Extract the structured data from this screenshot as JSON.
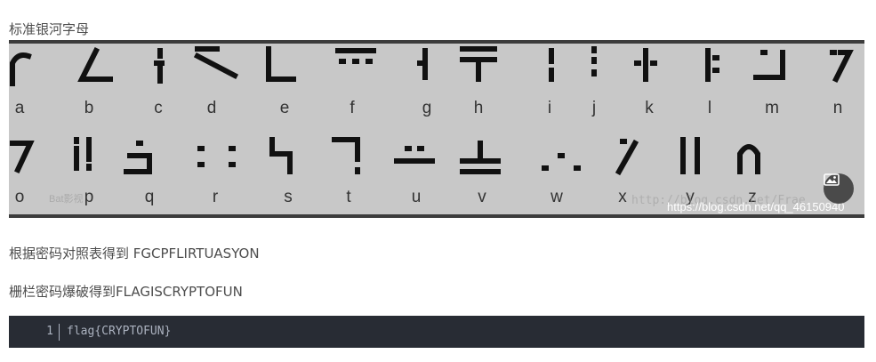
{
  "heading": "标准银河字母",
  "glyph_table": {
    "background": "#c8c8c8",
    "row1_letters": [
      "a",
      "b",
      "c",
      "d",
      "e",
      "f",
      "g",
      "h",
      "i",
      "j",
      "k",
      "l",
      "m",
      "n"
    ],
    "row2_letters": [
      "o",
      "p",
      "q",
      "r",
      "s",
      "t",
      "u",
      "v",
      "w",
      "x",
      "y",
      "z"
    ],
    "watermark_url": "https://blog.csdn.net/qq_46150940",
    "faint_watermark": "http://blog.csdn.net/Frae"
  },
  "paragraph1": "根据密码对照表得到 FGCPFLIRTUASYON",
  "paragraph2": "栅栏密码爆破得到FLAGISCRYPTOFUN",
  "code_block": {
    "line_number": "1",
    "code": "flag{CRYPTOFUN}",
    "background": "#282c34"
  },
  "icons": [
    "image-icon"
  ]
}
